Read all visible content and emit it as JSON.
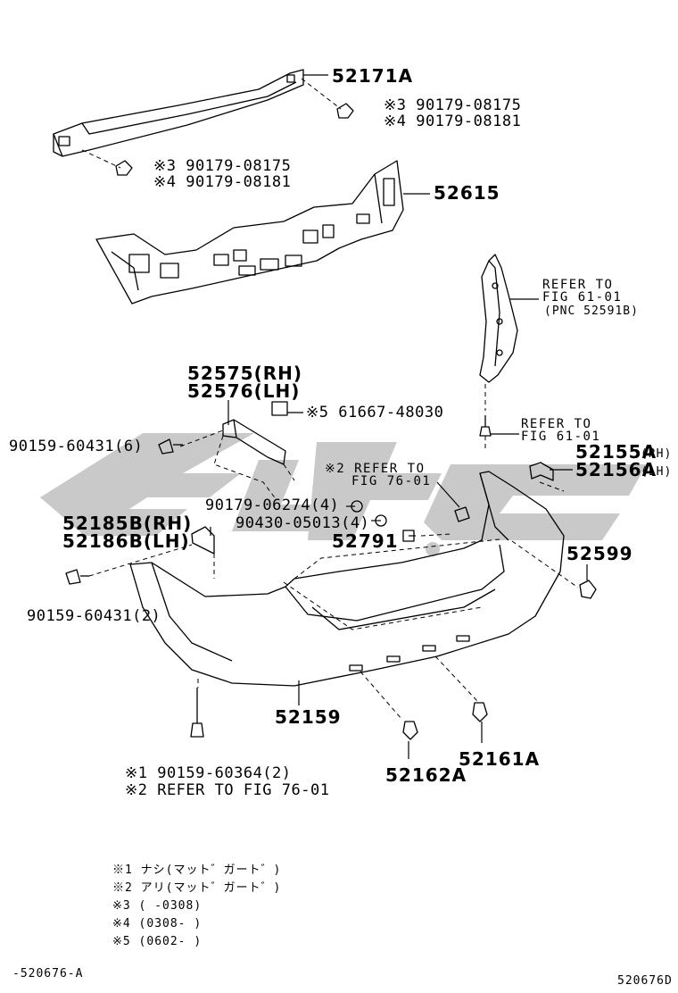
{
  "diagram": {
    "colors": {
      "line": "#000000",
      "watermark": "#c9c9c9",
      "background": "#ffffff"
    },
    "parts": {
      "p52171a": "52171A",
      "p52615": "52615",
      "p52575": "52575(RH)",
      "p52576": "52576(LH)",
      "p52185b": "52185B(RH)",
      "p52186b": "52186B(LH)",
      "p52159": "52159",
      "p52162a": "52162A",
      "p52161a": "52161A",
      "p52599": "52599",
      "p52155a": "52155A",
      "p52155a_side": "(RH)",
      "p52156a": "52156A",
      "p52156a_side": "(LH)",
      "p52791": "52791"
    },
    "fasteners": {
      "top_right_3": "※3 90179-08175",
      "top_right_4": "※4 90179-08181",
      "left_3": "※3 90179-08175",
      "left_4": "※4 90179-08181",
      "clip_5": "※5 61667-48030",
      "bolt_upper": "90159-60431(6)",
      "bolt_lower": "90159-60431(2)",
      "nut": "90179-06274(4)",
      "retainer": "90430-05013(4)",
      "bottom_1": "※1 90159-60364(2)",
      "bottom_2": "※2 REFER TO FIG 76-01"
    },
    "refers": {
      "fig6101_line1": "REFER TO",
      "fig6101_line2": "FIG 61-01",
      "fig6101_line3": "(PNC 52591B)",
      "fig6101b_line1": "REFER TO",
      "fig6101b_line2": "FIG 61-01",
      "fig7601_line1": "※2 REFER TO",
      "fig7601_line2": "FIG 76-01"
    },
    "legend": [
      "※1 ナシ(マット゛ガート゛)",
      "※2 アリ(マット゛ガート゛)",
      "※3 (      -0308)",
      "※4 (0308-      )",
      "※5 (0602-      )"
    ],
    "footer_left": "-520676-A",
    "footer_right": "520676D"
  }
}
